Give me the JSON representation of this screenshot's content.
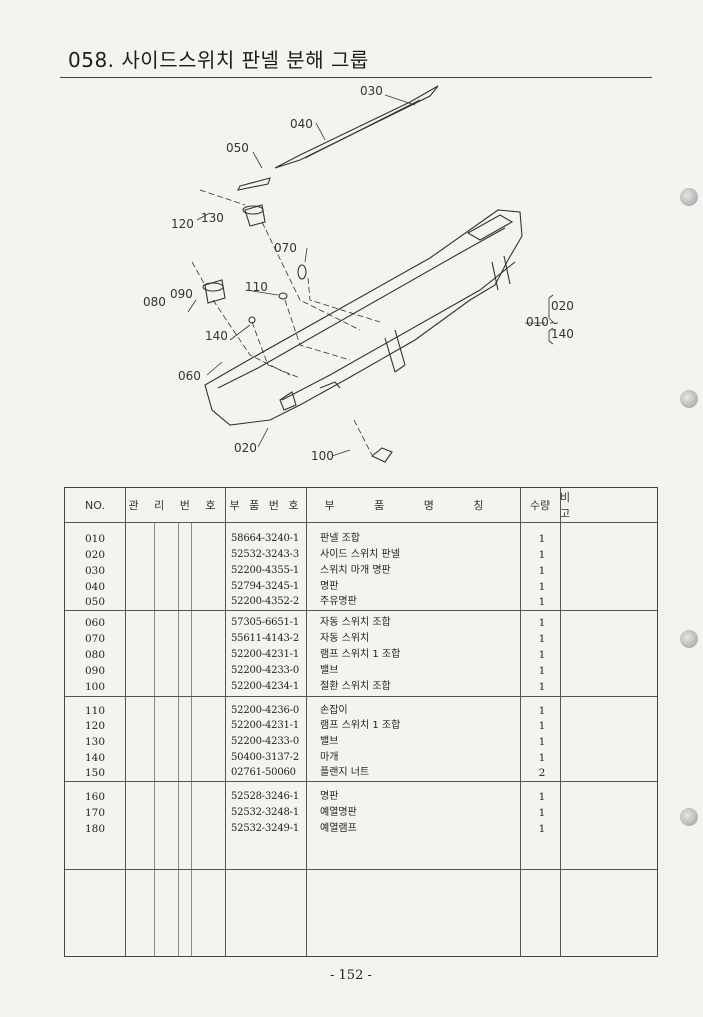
{
  "title": "058. 사이드스위치 판넬 분해 그룹",
  "diagram": {
    "labels": [
      "030",
      "040",
      "050",
      "120",
      "130",
      "070",
      "020",
      "010",
      "140",
      "090",
      "080",
      "110",
      "140",
      "060",
      "020",
      "100"
    ],
    "tilde": "~"
  },
  "table": {
    "headers": {
      "no": "NO.",
      "mgmt": "관 리 번 호",
      "part_no": "부 품 번 호",
      "part_name": "부 품 명 칭",
      "qty": "수량",
      "remarks": "비 고"
    },
    "groups": [
      [
        {
          "no": "010",
          "part_no": "58664-3240-1",
          "name": "판넬 조합",
          "qty": "1"
        },
        {
          "no": "020",
          "part_no": "52532-3243-3",
          "name": "사이드 스위치 판넬",
          "qty": "1"
        },
        {
          "no": "030",
          "part_no": "52200-4355-1",
          "name": "스위치 마개 명판",
          "qty": "1"
        },
        {
          "no": "040",
          "part_no": "52794-3245-1",
          "name": "명판",
          "qty": "1"
        },
        {
          "no": "050",
          "part_no": "52200-4352-2",
          "name": "주유명판",
          "qty": "1"
        }
      ],
      [
        {
          "no": "060",
          "part_no": "57305-6651-1",
          "name": "자동 스위치 조합",
          "qty": "1"
        },
        {
          "no": "070",
          "part_no": "55611-4143-2",
          "name": "자동 스위치",
          "qty": "1"
        },
        {
          "no": "080",
          "part_no": "52200-4231-1",
          "name": "램프 스위치 1 조합",
          "qty": "1"
        },
        {
          "no": "090",
          "part_no": "52200-4233-0",
          "name": "밸브",
          "qty": "1"
        },
        {
          "no": "100",
          "part_no": "52200-4234-1",
          "name": "절환 스위치 조합",
          "qty": "1"
        }
      ],
      [
        {
          "no": "110",
          "part_no": "52200-4236-0",
          "name": "손잡이",
          "qty": "1"
        },
        {
          "no": "120",
          "part_no": "52200-4231-1",
          "name": "램프 스위치 1 조합",
          "qty": "1"
        },
        {
          "no": "130",
          "part_no": "52200-4233-0",
          "name": "밸브",
          "qty": "1"
        },
        {
          "no": "140",
          "part_no": "50400-3137-2",
          "name": "마개",
          "qty": "1"
        },
        {
          "no": "150",
          "part_no": "02761-50060",
          "name": "플랜지 너트",
          "qty": "2"
        }
      ],
      [
        {
          "no": "160",
          "part_no": "52528-3246-1",
          "name": "명판",
          "qty": "1"
        },
        {
          "no": "170",
          "part_no": "52532-3248-1",
          "name": "예열명판",
          "qty": "1"
        },
        {
          "no": "180",
          "part_no": "52532-3249-1",
          "name": "예열램프",
          "qty": "1"
        }
      ]
    ]
  },
  "page_number": "- 152 -"
}
